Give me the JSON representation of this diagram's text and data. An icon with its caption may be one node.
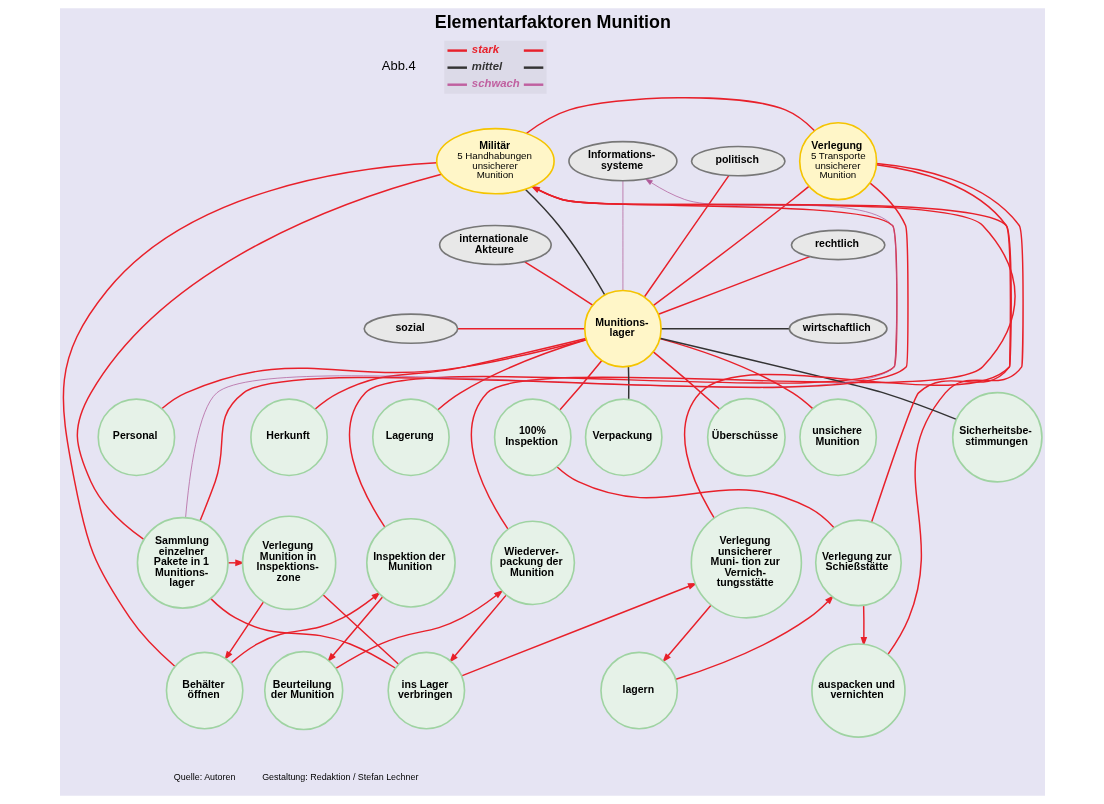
{
  "diagram": {
    "title": "Elementarfaktoren Munition",
    "nodes": [
      {
        "text": [
          "Militär",
          "5 Handhabungen unsicherer Munition"
        ]
      },
      {
        "text": [
          "Informations- systeme"
        ]
      },
      {
        "text": [
          "politisch"
        ]
      },
      {
        "text": [
          "Verlegung",
          "5 Transporte unsicherer Munition"
        ]
      },
      {
        "text": [
          "internationale Akteure"
        ]
      },
      {
        "text": [
          "rechtlich"
        ]
      },
      {
        "text": [
          "sozial"
        ]
      },
      {
        "text": [
          "Munitions- lager"
        ]
      },
      {
        "text": [
          "wirtschaftlich"
        ]
      },
      {
        "text": [
          "Personal"
        ]
      },
      {
        "text": [
          "Herkunft"
        ]
      },
      {
        "text": [
          "Lagerung"
        ]
      },
      {
        "text": [
          "Verpackung"
        ]
      },
      {
        "text": [
          "100% Inspektion"
        ]
      },
      {
        "text": [
          "Überschüsse"
        ]
      },
      {
        "text": [
          "unsichere Munition"
        ]
      },
      {
        "text": [
          "Sicherheitsbe- stimmungen"
        ]
      },
      {
        "text": [
          "Sammlung einzelner Pakete in 1 Munitions- lager"
        ]
      },
      {
        "text": [
          "Verlegung Munition in Inspektions- zone"
        ]
      },
      {
        "text": [
          "Inspektion der Munition"
        ]
      },
      {
        "text": [
          "Wiederver- packung der Munition"
        ]
      },
      {
        "text": [
          "Verlegung unsicherer Muni- tion zur Vernich- tungsstätte"
        ]
      },
      {
        "text": [
          "Verlegung zur Schießstätte"
        ]
      },
      {
        "text": [
          "Behälter öffnen"
        ]
      },
      {
        "text": [
          "Beurteilung der Munition"
        ]
      },
      {
        "text": [
          "ins Lager verbringen"
        ]
      },
      {
        "text": [
          "lagern"
        ]
      },
      {
        "text": [
          "auspacken und vernichten"
        ]
      }
    ],
    "edges": [
      {
        "from": 0,
        "to": 7,
        "arrow": "none",
        "color": "#333333"
      },
      {
        "from": 1,
        "to": 7,
        "arrow": "none",
        "color": "#b05a9a"
      },
      {
        "from": 2,
        "to": 7,
        "arrow": "none"
      },
      {
        "from": 3,
        "to": 7,
        "arrow": "none"
      },
      {
        "from": 4,
        "to": 7,
        "arrow": "none"
      },
      {
        "from": 5,
        "to": 7,
        "arrow": "none"
      },
      {
        "from": 6,
        "to": 7,
        "arrow": "none"
      },
      {
        "from": 7,
        "to": 8,
        "arrow": "none",
        "color": "#333333"
      },
      {
        "from": 7,
        "to": 9,
        "arrow": "none"
      },
      {
        "from": 7,
        "to": 10,
        "arrow": "none"
      },
      {
        "from": 7,
        "to": 11,
        "arrow": "none"
      },
      {
        "from": 7,
        "to": 12,
        "arrow": "none",
        "color": "#333333"
      },
      {
        "from": 7,
        "to": 13,
        "arrow": "none"
      },
      {
        "from": 7,
        "to": 14,
        "arrow": "none"
      },
      {
        "from": 7,
        "to": 15,
        "arrow": "none"
      },
      {
        "from": 7,
        "to": 16,
        "arrow": "none",
        "color": "#333333"
      },
      {
        "from": 17,
        "to": 18,
        "arrow": "to"
      },
      {
        "from": 18,
        "to": 23,
        "arrow": "to"
      },
      {
        "from": 23,
        "to": 19,
        "arrow": "to"
      },
      {
        "from": 19,
        "to": 24,
        "arrow": "to"
      },
      {
        "from": 24,
        "to": 20,
        "arrow": "to"
      },
      {
        "from": 20,
        "to": 25,
        "arrow": "to"
      },
      {
        "from": 25,
        "to": 21,
        "arrow": "to"
      },
      {
        "from": 21,
        "to": 26,
        "arrow": "to"
      },
      {
        "from": 26,
        "to": 22,
        "arrow": "to"
      },
      {
        "from": 22,
        "to": 27,
        "arrow": "to"
      },
      {
        "from": 0,
        "to": 3,
        "arrow": "none"
      },
      {
        "from": 22,
        "to": 0,
        "arrow": "to"
      },
      {
        "from": 3,
        "to": 27,
        "arrow": "none"
      },
      {
        "from": 0,
        "to": 17,
        "arrow": "none"
      },
      {
        "from": 0,
        "to": 19,
        "arrow": "none"
      },
      {
        "from": 0,
        "to": 23,
        "arrow": "none"
      },
      {
        "from": 17,
        "to": 1,
        "arrow": "to",
        "color": "#b05a9a"
      },
      {
        "from": 17,
        "to": 25,
        "arrow": "none"
      },
      {
        "from": 18,
        "to": 25,
        "arrow": "none"
      },
      {
        "from": 13,
        "to": 22,
        "arrow": "none"
      },
      {
        "from": 21,
        "to": 3,
        "arrow": "none"
      },
      {
        "from": 0,
        "to": 20,
        "arrow": "none"
      },
      {
        "from": 17,
        "to": 3,
        "arrow": "none"
      }
    ],
    "labels": [
      "Abb.4",
      "Quelle: Autoren",
      "Gestaltung: Redaktion / Stefan Lechner"
    ],
    "legend": [
      {
        "text": "stark"
      },
      {
        "text": "mittel"
      },
      {
        "text": "schwach"
      }
    ]
  }
}
